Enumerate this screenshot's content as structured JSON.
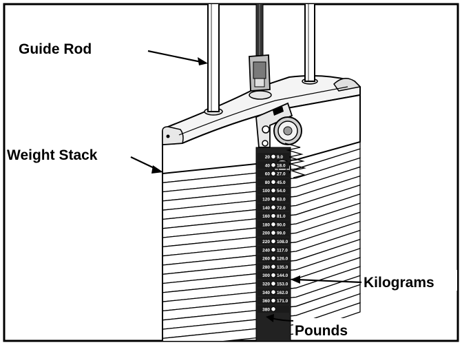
{
  "labels": {
    "guide_rod": "Guide Rod",
    "weight_stack": "Weight Stack",
    "kilograms": "Kilograms",
    "pounds": "Pounds"
  },
  "scale": {
    "pounds": [
      "20",
      "40",
      "60",
      "80",
      "100",
      "120",
      "140",
      "160",
      "180",
      "200",
      "220",
      "240",
      "260",
      "280",
      "300",
      "320",
      "340",
      "360",
      "380"
    ],
    "kilograms": [
      "9.0",
      "18.0",
      "27.0",
      "45.0",
      "54.0",
      "63.0",
      "72.0",
      "81.0",
      "90.0",
      "99.0",
      "108.0",
      "117.0",
      "126.0",
      "135.0",
      "144.0",
      "153.0",
      "162.0",
      "171.0",
      ""
    ]
  }
}
